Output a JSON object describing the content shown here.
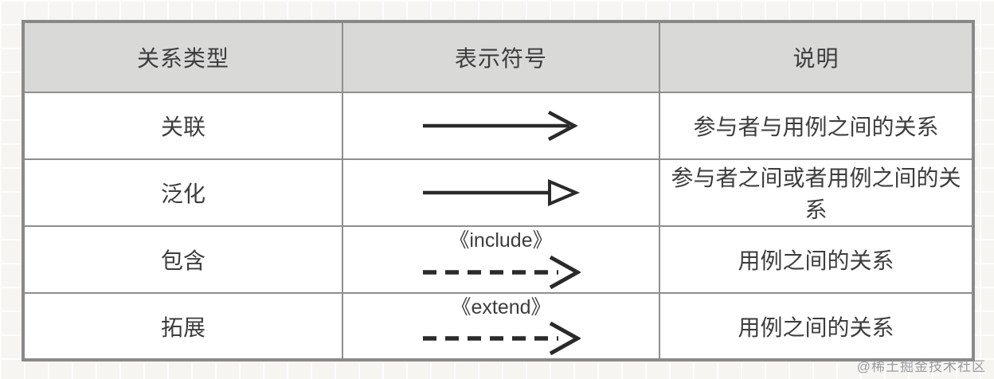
{
  "page": {
    "watermark": "@稀土掘金技术社区"
  },
  "colors": {
    "header_bg": "#d9d9d8",
    "table_border": "#898989",
    "cell_border": "#8e8e8e",
    "text": "#3d3d3d",
    "arrow": "#2a2a2a",
    "watermark": "#8d9399",
    "page_bg": "#f6f5f2"
  },
  "table": {
    "headers": [
      "关系类型",
      "表示符号",
      "说明"
    ],
    "rows": [
      {
        "type": "关联",
        "symbol": {
          "kind": "solid-open-arrow",
          "label": ""
        },
        "description": "参与者与用例之间的关系"
      },
      {
        "type": "泛化",
        "symbol": {
          "kind": "solid-hollow-triangle-arrow",
          "label": ""
        },
        "description": "参与者之间或者用例之间的关系"
      },
      {
        "type": "包含",
        "symbol": {
          "kind": "dashed-open-arrow",
          "label": "《include》"
        },
        "description": "用例之间的关系"
      },
      {
        "type": "拓展",
        "symbol": {
          "kind": "dashed-open-arrow",
          "label": "《extend》"
        },
        "description": "用例之间的关系"
      }
    ]
  }
}
